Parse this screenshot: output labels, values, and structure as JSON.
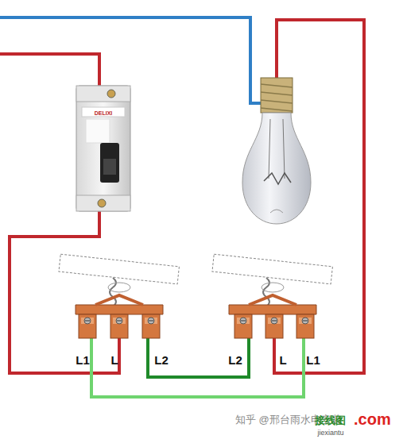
{
  "diagram": {
    "labels": [
      "DELIXI",
      "L1",
      "L",
      "L2",
      "L2",
      "L",
      "L1",
      "知乎 @邢台雨水电安装",
      "接线图",
      ".com",
      "jiexiantu"
    ]
  }
}
